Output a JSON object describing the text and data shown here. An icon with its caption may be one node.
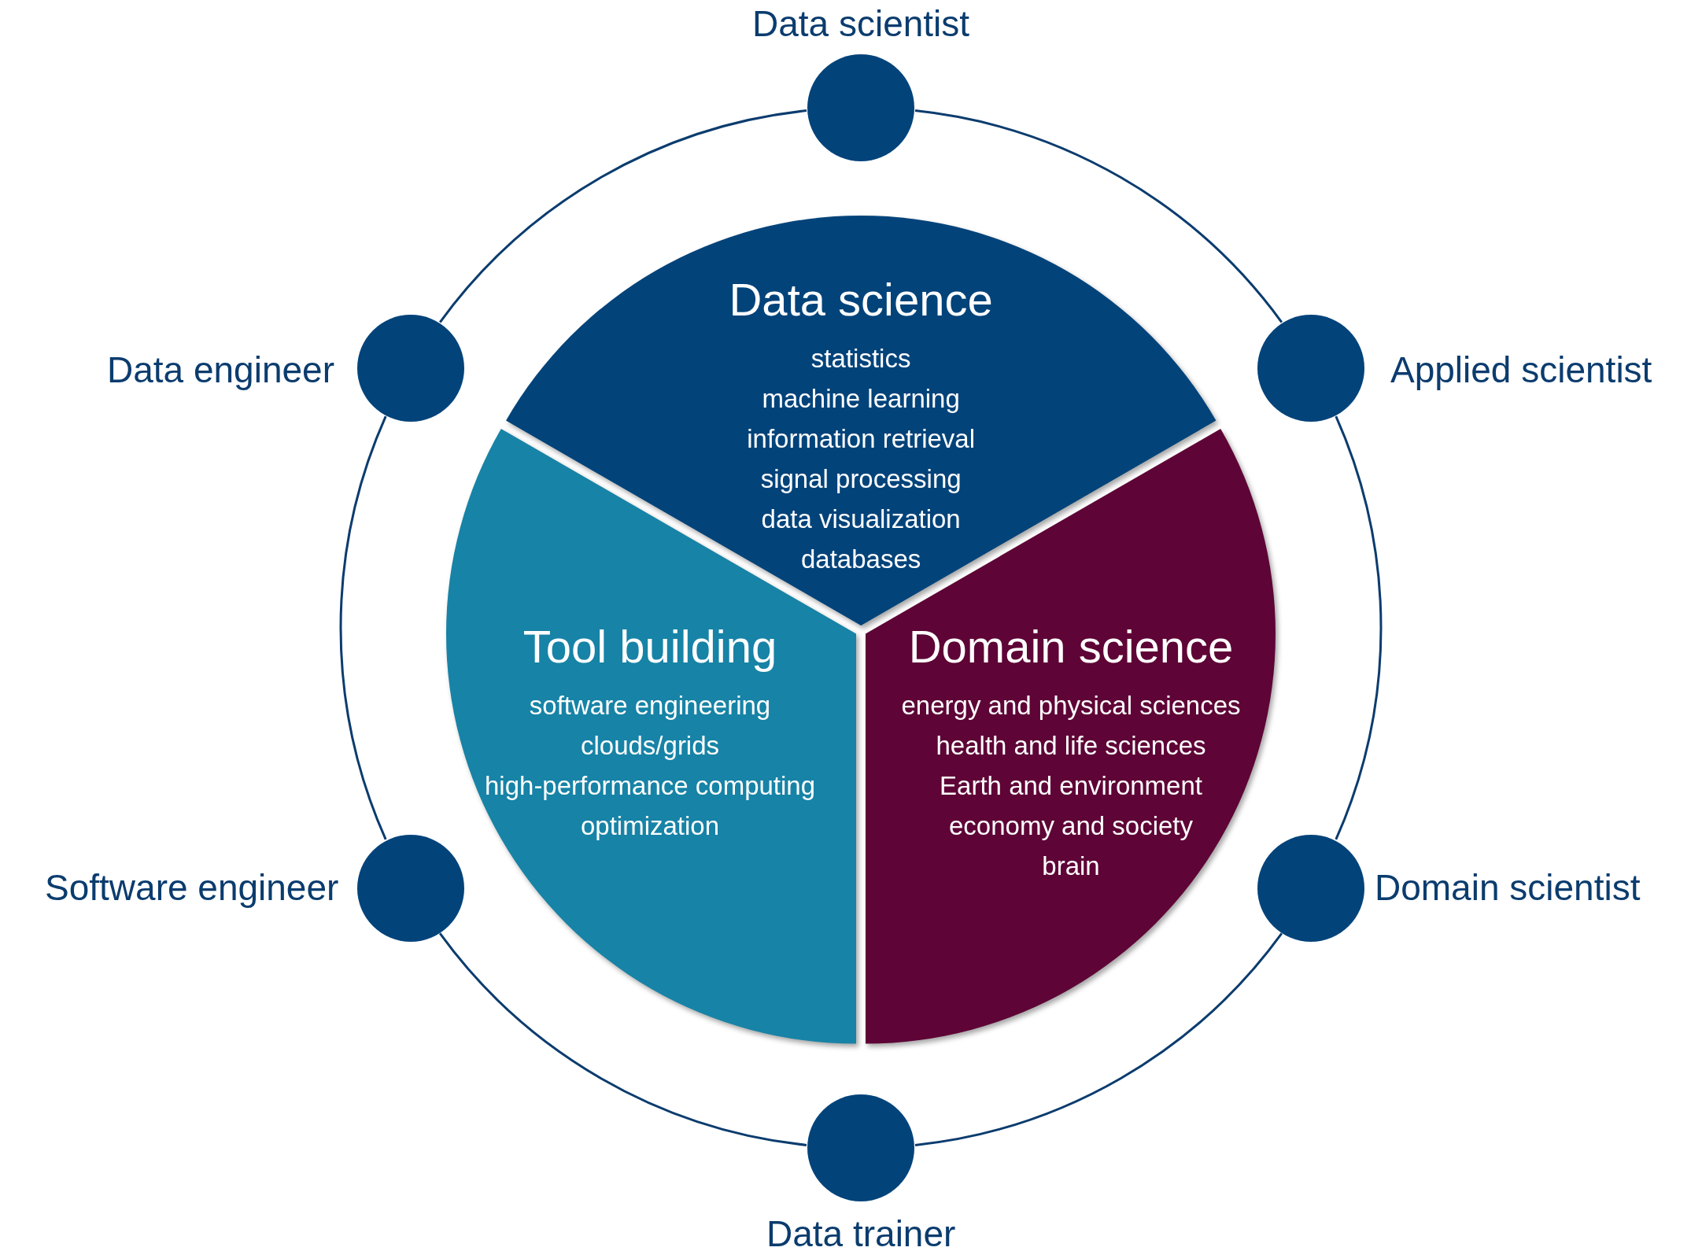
{
  "diagram": {
    "nodes": [
      {
        "text": [],
        "shape": "circle",
        "beside": [
          "Data scientist"
        ]
      },
      {
        "text": [],
        "shape": "circle",
        "beside": [
          "Data engineer"
        ]
      },
      {
        "text": [],
        "shape": "circle",
        "beside": [
          "Applied scientist"
        ]
      },
      {
        "text": [
          "Data science",
          "statistics",
          "machine learning",
          "information retrieval",
          "signal processing",
          "data visualization",
          "databases"
        ]
      },
      {
        "text": [
          "Tool building",
          "software engineering",
          "clouds/grids",
          "high-performance computing",
          "optimization"
        ]
      },
      {
        "text": [
          "Domain science",
          "energy  and physical sciences",
          "health and life sciences",
          "Earth and environment",
          "economy and society",
          "brain"
        ]
      },
      {
        "text": [],
        "shape": "circle",
        "beside": [
          "Software engineer"
        ]
      },
      {
        "text": [],
        "shape": "circle",
        "beside": [
          "Domain scientist"
        ]
      },
      {
        "text": [],
        "shape": "circle",
        "beside": [
          "Data trainer"
        ]
      }
    ],
    "edges": [
      {
        "from": 0,
        "to": 2,
        "arrow": "none"
      },
      {
        "from": 2,
        "to": 7,
        "arrow": "none"
      },
      {
        "from": 7,
        "to": 8,
        "arrow": "none"
      },
      {
        "from": 8,
        "to": 6,
        "arrow": "none"
      },
      {
        "from": 6,
        "to": 1,
        "arrow": "none"
      },
      {
        "from": 1,
        "to": 0,
        "arrow": "none"
      }
    ]
  }
}
